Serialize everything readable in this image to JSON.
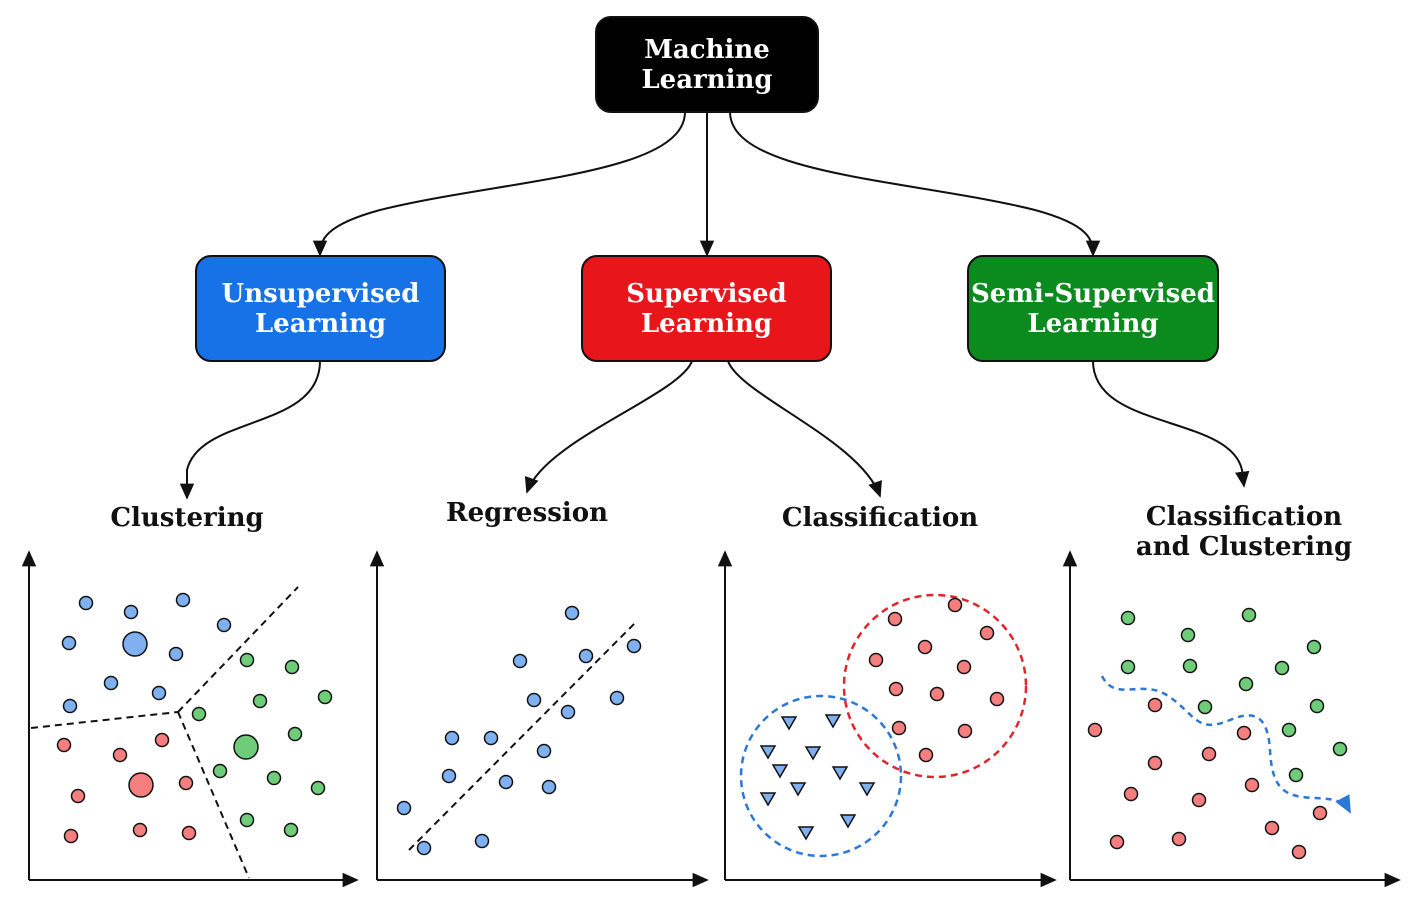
{
  "root": {
    "lines": [
      "Machine",
      "Learning"
    ],
    "color": "#000000"
  },
  "branches": [
    {
      "lines": [
        "Unsupervised",
        "Learning"
      ],
      "color": "#1672e6"
    },
    {
      "lines": [
        "Supervised",
        "Learning"
      ],
      "color": "#e8161b"
    },
    {
      "lines": [
        "Semi-Supervised",
        "Learning"
      ],
      "color": "#0b8a1e"
    }
  ],
  "tasks": [
    {
      "lines": [
        "Clustering"
      ]
    },
    {
      "lines": [
        "Regression"
      ]
    },
    {
      "lines": [
        "Classification"
      ]
    },
    {
      "lines": [
        "Classification",
        "and Clustering"
      ]
    }
  ],
  "colors": {
    "blue_point": "#7fb1f0",
    "red_point": "#f57e7e",
    "green_point": "#6fcc78",
    "blue_boundary": "#2b78d6",
    "red_boundary": "#e0262c"
  }
}
